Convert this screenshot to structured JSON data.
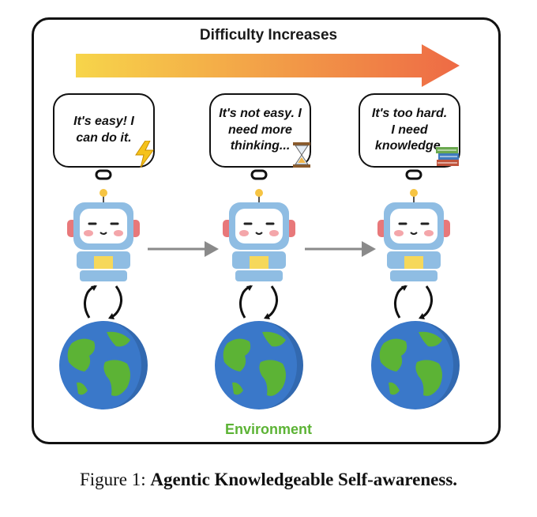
{
  "figure": {
    "title": "Difficulty Increases",
    "stages": [
      {
        "speech": "It's easy! I\ncan do it.",
        "icon": "lightning-icon"
      },
      {
        "speech": "It's not easy. I\nneed more\nthinking...",
        "icon": "hourglass-icon"
      },
      {
        "speech": "It's too hard.\nI need\nknowledge.",
        "icon": "books-icon"
      }
    ],
    "environment_label": "Environment",
    "colors": {
      "arrow_start": "#f7d54a",
      "arrow_end": "#ee6a45",
      "environment_text": "#5cb335",
      "robot_body": "#8fbde3",
      "globe_water": "#3a78c9",
      "globe_land": "#5cb335"
    }
  },
  "caption": {
    "prefix": "Figure 1: ",
    "title": "Agentic Knowledgeable Self-awareness."
  }
}
